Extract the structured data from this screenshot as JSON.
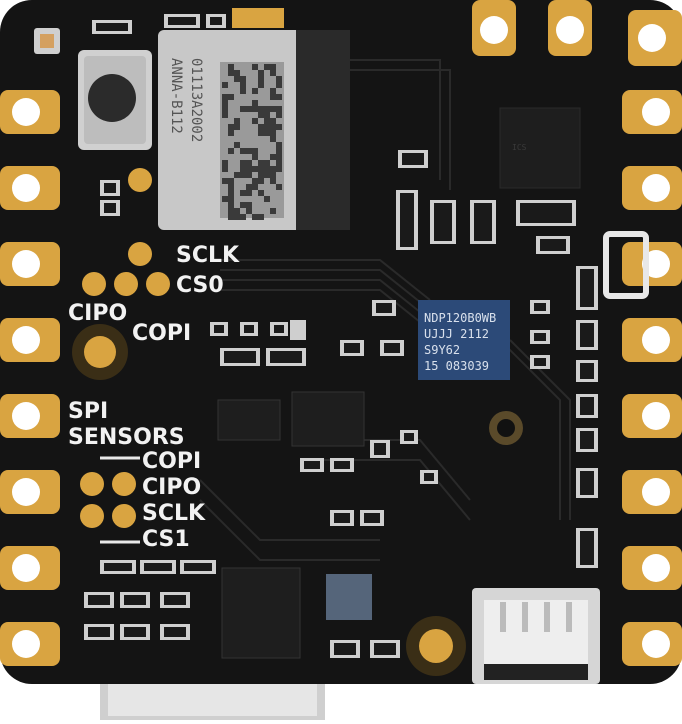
{
  "board": {
    "pcb_color": "#141414",
    "gold_color": "#d9a441",
    "module_color": "#c8c8c8",
    "chip_color": "#1e1e1e",
    "ndp_chip_color": "#2c4a78"
  },
  "silkscreen": {
    "top_group": [
      "SCLK",
      "CS0",
      "CIPO",
      "COPI"
    ],
    "spi_title_line1": "SPI",
    "spi_title_line2": "SENSORS",
    "bottom_group": [
      "COPI",
      "CIPO",
      "SCLK",
      "CS1"
    ]
  },
  "module_chip": {
    "lines": [
      "ANNA-B112",
      "01113A2002"
    ]
  },
  "ndp_chip": {
    "lines": [
      "NDP120B0WB",
      "UJJJ 2112",
      "S9Y62",
      "15 083039"
    ]
  },
  "icons": [
    "reset-button-icon",
    "usb-connector-icon",
    "mounting-hole-icon",
    "battery-connector-icon"
  ]
}
